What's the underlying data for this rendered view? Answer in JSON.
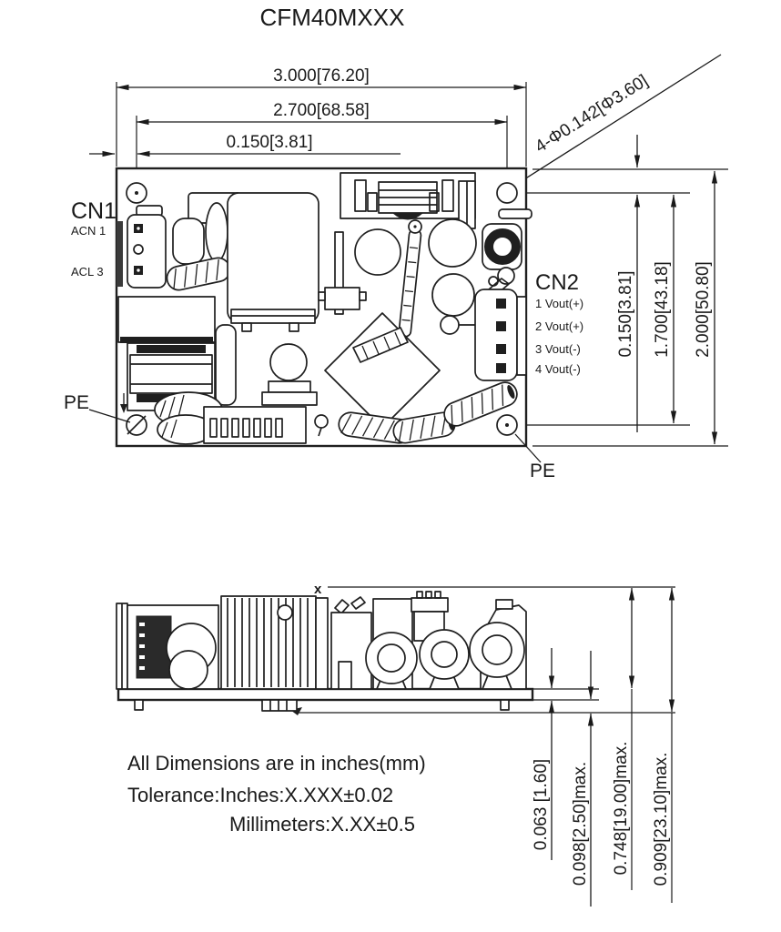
{
  "title": "CFM40MXXX",
  "top_view": {
    "dim_width_overall": "3.000[76.20]",
    "dim_width_holes": "2.700[68.58]",
    "dim_hole_offset_x": "0.150[3.81]",
    "dim_hole_offset_y": "0.150[3.81]",
    "dim_height_holes": "1.700[43.18]",
    "dim_height_overall": "2.000[50.80]",
    "hole_callout": "4-Φ0.142[Φ3.60]",
    "cn1": {
      "label": "CN1",
      "pin1": "ACN 1",
      "pin3": "ACL 3"
    },
    "cn2": {
      "label": "CN2",
      "pins": [
        "1 Vout(+)",
        "2 Vout(+)",
        "3 Vout(-)",
        "4 Vout(-)"
      ]
    },
    "pe_left": "PE",
    "pe_right": "PE"
  },
  "side_view": {
    "marker_top": "x",
    "dim_pcb_thickness": "0.063 [1.60]",
    "dim_pin_length": "0.098[2.50]max.",
    "dim_component_height": "0.748[19.00]max.",
    "dim_overall_height": "0.909[23.10]max."
  },
  "notes": [
    "All Dimensions are in inches(mm)",
    "Tolerance:Inches:X.XXX±0.02",
    "Millimeters:X.XX±0.5"
  ],
  "colors": {
    "ink": "#1a1a1a",
    "background": "#ffffff"
  }
}
